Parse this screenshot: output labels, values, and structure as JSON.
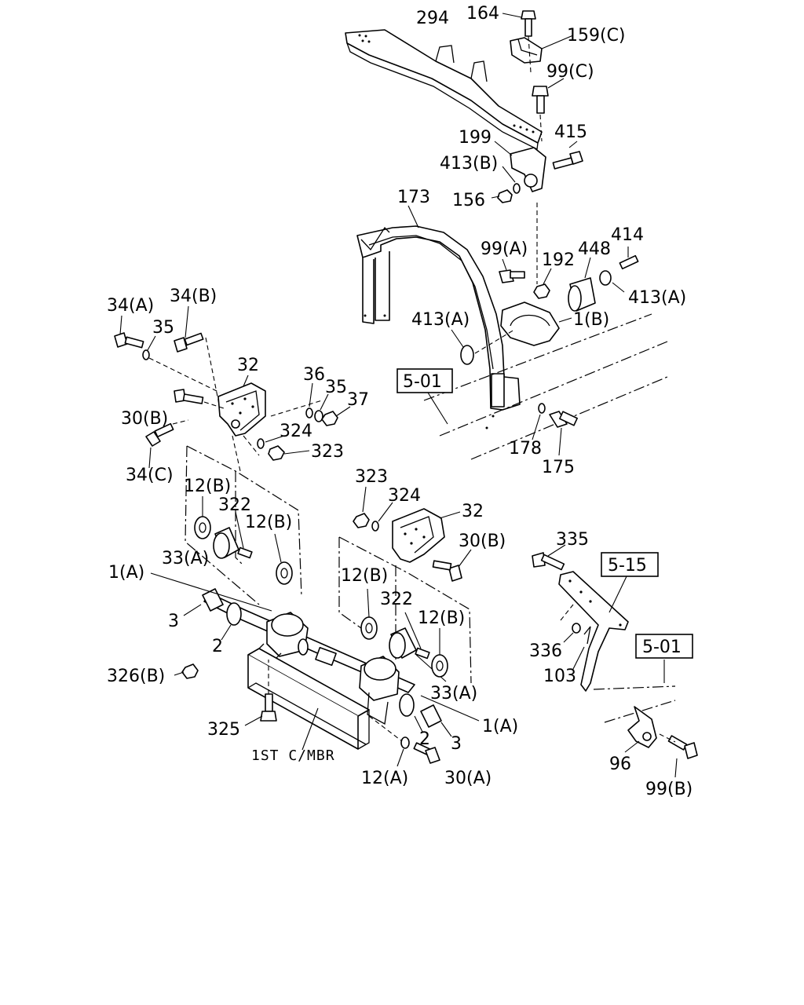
{
  "labels": {
    "l294": "294",
    "l164": "164",
    "l159c": "159(C)",
    "l99c": "99(C)",
    "l199": "199",
    "l415": "415",
    "l413b": "413(B)",
    "l156": "156",
    "l173": "173",
    "l99a": "99(A)",
    "l192": "192",
    "l448": "448",
    "l414": "414",
    "l413a_r": "413(A)",
    "l1b": "1(B)",
    "l413a_l": "413(A)",
    "l178": "178",
    "l175": "175",
    "l34a": "34(A)",
    "l34b": "34(B)",
    "l35_l": "35",
    "l32_top": "32",
    "l36": "36",
    "l35_r": "35",
    "l37": "37",
    "l30b_l": "30(B)",
    "l324_top": "324",
    "l323_top": "323",
    "l34c": "34(C)",
    "l12b_1": "12(B)",
    "l322_l": "322",
    "l12b_2": "12(B)",
    "l33a_l": "33(A)",
    "l1a_l": "1(A)",
    "l3_l": "3",
    "l2_l": "2",
    "l326b": "326(B)",
    "l325": "325",
    "l323_mid": "323",
    "l324_mid": "324",
    "l32_mid": "32",
    "l30b_r": "30(B)",
    "l12b_3": "12(B)",
    "l322_r": "322",
    "l12b_4": "12(B)",
    "l33a_r": "33(A)",
    "l1a_r": "1(A)",
    "l3_r": "3",
    "l2_r": "2",
    "l12a": "12(A)",
    "l30a": "30(A)",
    "l1st": "1ST C/MBR",
    "l335": "335",
    "l336": "336",
    "l103": "103",
    "l96": "96",
    "l99b": "99(B)"
  },
  "refs": {
    "ref501_top": "5-01",
    "ref515": "5-15",
    "ref501_bottom": "5-01"
  }
}
